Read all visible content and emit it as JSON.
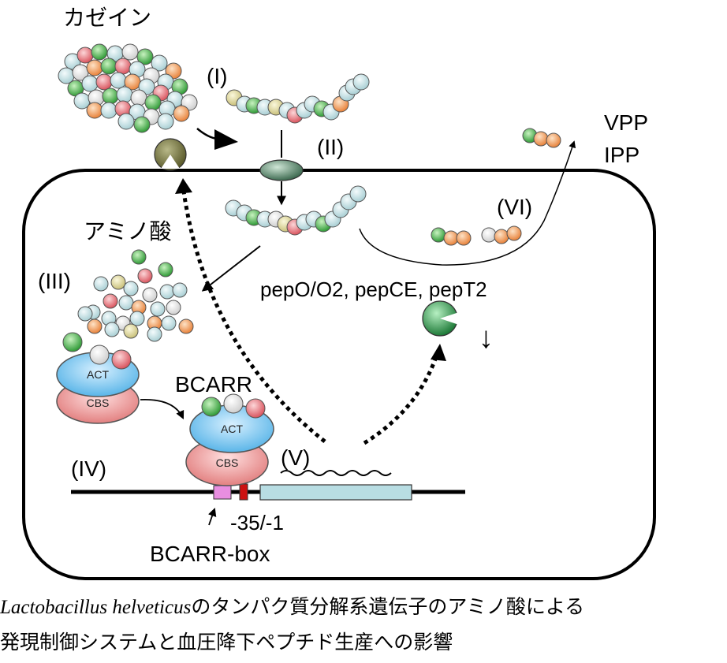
{
  "labels": {
    "casein": "カゼイン",
    "step1": "(I)",
    "step2": "(II)",
    "step3": "(III)",
    "step4": "(IV)",
    "step5": "(V)",
    "step6": "(VI)",
    "amino_acid": "アミノ酸",
    "vpp": "VPP",
    "ipp": "IPP",
    "genes": "pepO/O2, pepCE, pepT2",
    "down_arrow": "↓",
    "bcarr": "BCARR",
    "act": "ACT",
    "cbs": "CBS",
    "promoter": "-35/-1",
    "bcarr_box": "BCARR-box"
  },
  "caption": {
    "species": "Lactobacillus helveticus",
    "line1_rest": "のタンパク質分解系遺伝子のアミノ酸による",
    "line2": "発現制御システムと血圧降下ペプチド生産への影響"
  },
  "colors": {
    "bead_blue": "#c9e3e6",
    "bead_green": "#4fbf4f",
    "bead_pink": "#e8828a",
    "bead_orange": "#f2a86a",
    "bead_white": "#f2f2f2",
    "bead_yellow": "#e6e0a0",
    "proteinase": "#6b6b3a",
    "transporter": "#4a7a5c",
    "peptidase": "#2e9a4e",
    "act_domain": "#7cc8ee",
    "cbs_domain": "#ee9a9a",
    "bcarr_box": "#e88ee0",
    "promoter": "#cc1111",
    "gene": "#b8dde3"
  }
}
